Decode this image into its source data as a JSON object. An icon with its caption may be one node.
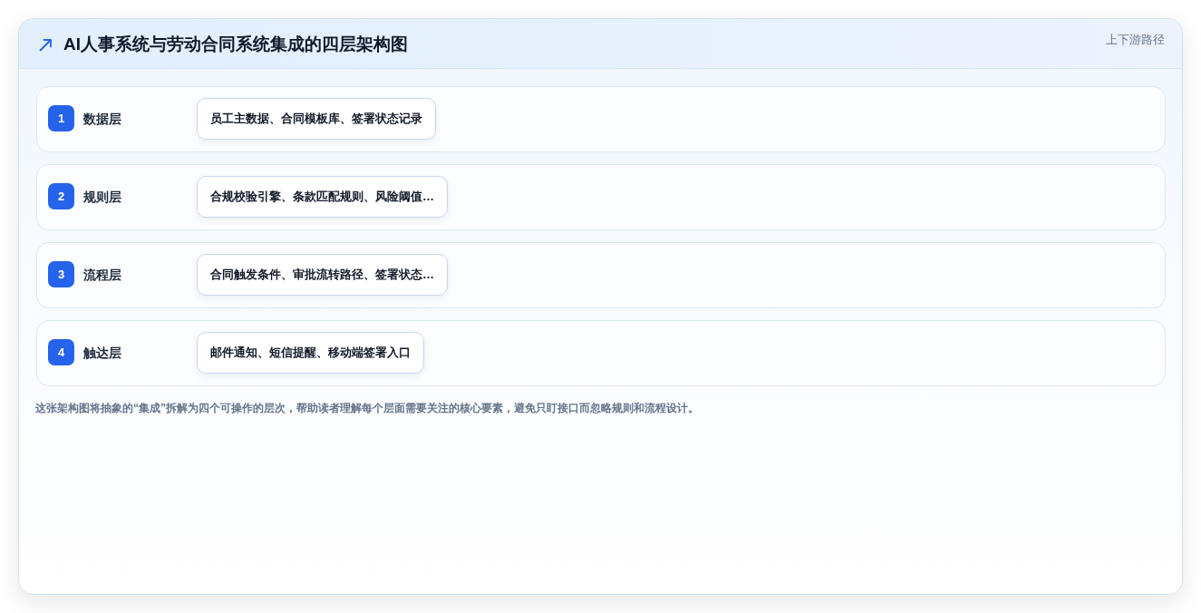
{
  "diagram": {
    "title": "AI人事系统与劳动合同系统集成的四层架构图",
    "caption": "这张架构图将抽象的“集成”拆解为四个可操作的层次，帮助读者理解每个层面需要关注的核心要素，避免只盯接口而忽略规则和流程设计。",
    "nodes": [
      {
        "text": [
          "数据层"
        ]
      },
      {
        "text": [
          "1"
        ],
        "in": 0
      },
      {
        "text": [
          "员工主数据、合同模板库、签署状态记录"
        ],
        "in": 0
      },
      {
        "text": [
          "规则层"
        ]
      },
      {
        "text": [
          "2"
        ],
        "in": 3
      },
      {
        "text": [
          "合规校验引擎、条款匹配规则、风险阈值…"
        ],
        "in": 3
      },
      {
        "text": [
          "流程层"
        ]
      },
      {
        "text": [
          "3"
        ],
        "in": 6
      },
      {
        "text": [
          "合同触发条件、审批流转路径、签署状态…"
        ],
        "in": 6
      },
      {
        "text": [
          "触达层"
        ]
      },
      {
        "text": [
          "4"
        ],
        "in": 9
      },
      {
        "text": [
          "邮件通知、短信提醒、移动端签署入口"
        ],
        "in": 9
      }
    ],
    "labels": [
      "上下游路径"
    ]
  }
}
